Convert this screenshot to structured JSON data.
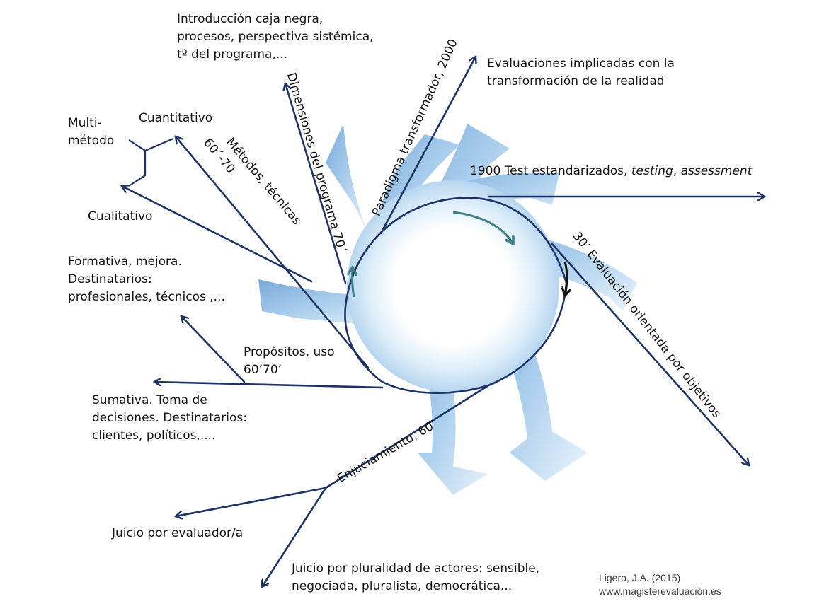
{
  "colors": {
    "arrow": "#1d3266",
    "swirl_light": "#c9e0f4",
    "swirl_mid": "#7aaedc",
    "swirl_dark": "#3f7fbf",
    "teal_tip": "#3f7f86",
    "text": "#141414"
  },
  "labels": {
    "caja_negra": [
      "Introducción caja negra,",
      "procesos, perspectiva sistémica,",
      "tº del programa,..."
    ],
    "implicadas": [
      "Evaluaciones implicadas con la",
      "transformación de la realidad"
    ],
    "test_prefix": "1900 Test estandarizados, ",
    "test_testing": "testing",
    "test_sep": ", ",
    "test_assessment": "assessment",
    "multi": [
      "Multi-",
      "método"
    ],
    "cuantitativo": "Cuantitativo",
    "cualitativo": "Cualitativo",
    "formativa": [
      "Formativa, mejora.",
      "Destinatarios:",
      "profesionales, técnicos ,..."
    ],
    "sumativa": [
      "Sumativa. Toma de",
      "decisiones. Destinatarios:",
      "clientes, políticos,...."
    ],
    "juicio_evaluador": "Juicio por evaluador/a",
    "juicio_pluralidad": [
      "Juicio por pluralidad de actores: sensible,",
      "negociada, pluralista, democrática..."
    ]
  },
  "branch_labels": {
    "dimensiones": "Dimensiones del programa 70´",
    "paradigma": "Paradigma transformador, 2000",
    "metodos": [
      "Métodos, técnicas",
      "60´-70."
    ],
    "propositos": [
      "Propósitos, uso",
      "60’70’"
    ],
    "enjuiciamiento": "Enjuciamiento, 60’",
    "objetivos": "30’ Evaluación  orientada por objetivos"
  },
  "credit": {
    "author": "Ligero, J.A. (2015)",
    "site": "www.magisterevaluación.es"
  }
}
